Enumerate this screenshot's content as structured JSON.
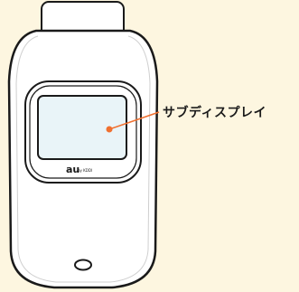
{
  "callout": {
    "label": "サブディスプレイ"
  },
  "brand": {
    "logo_text": "au",
    "logo_sub": "by KDDI"
  },
  "colors": {
    "background": "#fdf6e0",
    "phone_body": "#ffffff",
    "outline": "#1a1a1a",
    "screen_fill": "#e9f4f8",
    "pointer": "#f07030"
  }
}
